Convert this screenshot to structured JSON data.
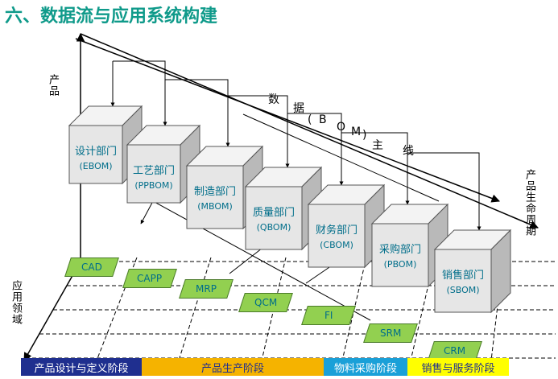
{
  "title": "六、数据流与应用系统构建",
  "axes": {
    "product": "产品",
    "lifecycle": "产品生命周期",
    "application": "应用领域"
  },
  "mainline": [
    "数",
    "据",
    "(",
    "B",
    "O",
    "M",
    ")",
    "主",
    "线"
  ],
  "departments": [
    {
      "name": "设计部门",
      "bom": "(EBOM)"
    },
    {
      "name": "工艺部门",
      "bom": "(PPBOM)"
    },
    {
      "name": "制造部门",
      "bom": "(MBOM)"
    },
    {
      "name": "质量部门",
      "bom": "(QBOM)"
    },
    {
      "name": "财务部门",
      "bom": "(CBOM)"
    },
    {
      "name": "采购部门",
      "bom": "(PBOM)"
    },
    {
      "name": "销售部门",
      "bom": "(SBOM)"
    }
  ],
  "tools": [
    "CAD",
    "CAPP",
    "MRP",
    "QCM",
    "FI",
    "SRM",
    "CRM"
  ],
  "stages": [
    {
      "label": "产品设计与定义阶段",
      "color": "#1f2f8f",
      "text_color": "#ffffff"
    },
    {
      "label": "产品生产阶段",
      "color": "#f5b300",
      "text_color": "#1f2f8f"
    },
    {
      "label": "物料采购阶段",
      "color": "#1aa0d8",
      "text_color": "#ffffff"
    },
    {
      "label": "销售与服务阶段",
      "color": "#ffff00",
      "text_color": "#1f2f8f"
    }
  ],
  "colors": {
    "title": "#0f9a8a",
    "box_front": "#e6e6e6",
    "box_top": "#f3f3f3",
    "box_side": "#b9b9b9",
    "tool_fill": "#92d050",
    "label_text": "#006e8a"
  }
}
